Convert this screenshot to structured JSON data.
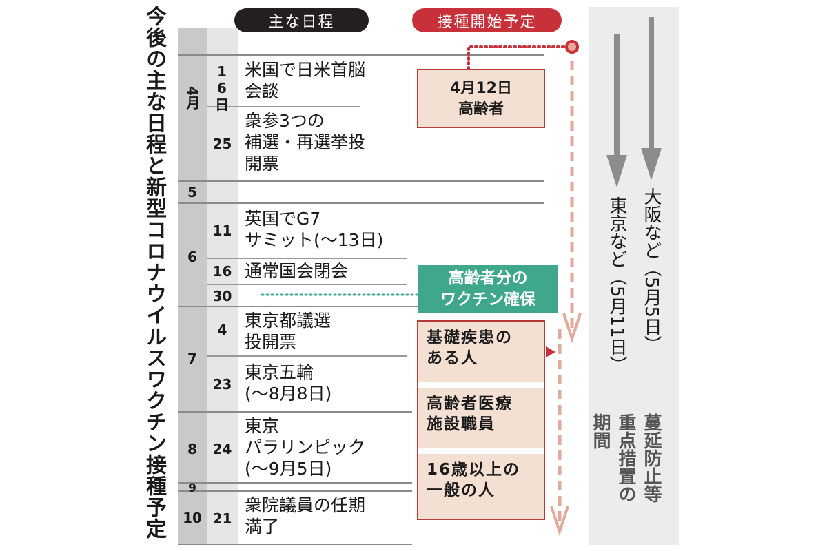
{
  "title": "今後の主な日程と新型コロナウイルスワクチン接種予定",
  "headers": {
    "schedule": "主な日程",
    "vaccination": "接種開始予定"
  },
  "months": [
    "4月",
    "5",
    "6",
    "7",
    "8",
    "9",
    "10"
  ],
  "events": [
    {
      "day": "16日",
      "text": "米国で日米首脳\n会談"
    },
    {
      "day": "25",
      "text": "衆参3つの\n補選・再選挙投\n開票"
    },
    {
      "day": "11",
      "text": "英国でG7\nサミット(〜13日)"
    },
    {
      "day": "16",
      "text": "通常国会閉会"
    },
    {
      "day": "30",
      "text": ""
    },
    {
      "day": "4",
      "text": "東京都議選\n投開票"
    },
    {
      "day": "23",
      "text": "東京五輪\n(〜8月8日)"
    },
    {
      "day": "24",
      "text": "東京\nパラリンピック\n(〜9月5日)"
    },
    {
      "day": "21",
      "text": "衆院議員の任期\n満了"
    }
  ],
  "vaccination": {
    "first": "4月12日\n高齢者",
    "secured": "高齢者分の\nワクチン確保",
    "groups": [
      "基礎疾患の\nある人",
      "高齢者医療\n施設職員",
      "16歳以上の\n一般の人"
    ]
  },
  "period": {
    "tokyo": "東京など（5月11日）",
    "osaka": "大阪など（5月5日）",
    "label": [
      "蔓延防止等",
      "重点措置の",
      "期間"
    ]
  },
  "colors": {
    "red": "#c8313a",
    "green": "#3fa88c",
    "pink": "#e3a99a",
    "black": "#231f20",
    "panel": "#ececec"
  }
}
